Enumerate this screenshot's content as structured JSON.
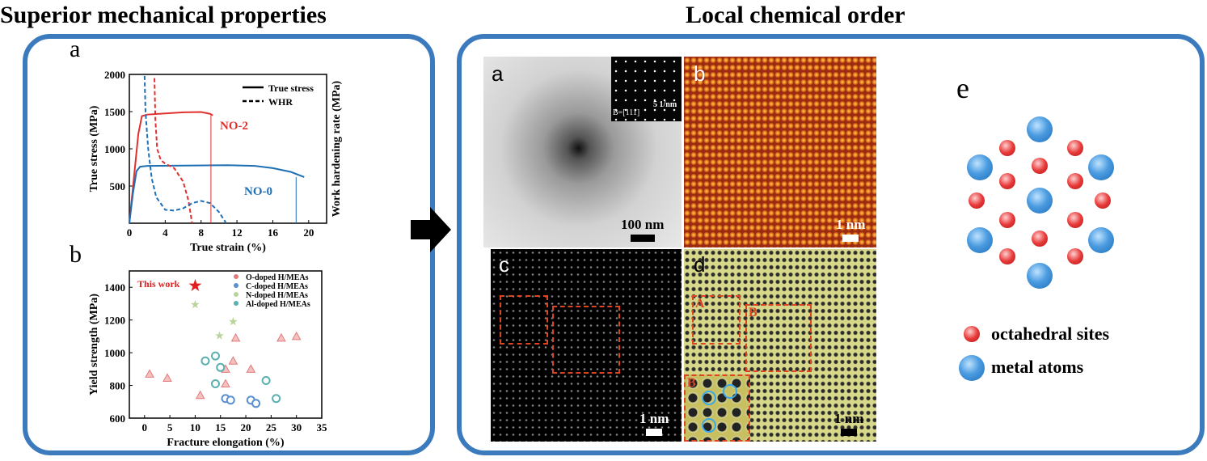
{
  "headings": {
    "left": "Superior mechanical properties",
    "right": "Local chemical order"
  },
  "chart_data": [
    {
      "type": "line",
      "panel": "a",
      "xlabel": "True strain (%)",
      "ylabel": "True stress (MPa)",
      "ylabel2": "Work hardening rate (MPa)",
      "xlim": [
        0,
        22
      ],
      "ylim": [
        0,
        2000
      ],
      "xticks": [
        0,
        4,
        8,
        12,
        16,
        20
      ],
      "yticks": [
        500,
        1000,
        1500,
        2000
      ],
      "legend": [
        "True stress",
        "WHR"
      ],
      "series": [
        {
          "name": "NO-2",
          "style": "solid",
          "color": "#e0302e",
          "x": [
            0,
            0.5,
            1,
            1.4,
            2,
            4,
            6,
            8,
            9,
            9.3
          ],
          "y": [
            0,
            600,
            1200,
            1440,
            1460,
            1475,
            1490,
            1495,
            1470,
            1450
          ]
        },
        {
          "name": "NO-0",
          "style": "solid",
          "color": "#1f6fb4",
          "x": [
            0,
            0.4,
            0.8,
            1.2,
            2,
            6,
            11,
            14,
            16,
            18,
            19.5
          ],
          "y": [
            0,
            400,
            700,
            760,
            770,
            775,
            780,
            770,
            740,
            690,
            620
          ]
        },
        {
          "name": "NO-2 WHR",
          "style": "dashed",
          "color": "#e0302e",
          "x": [
            2.8,
            2.9,
            3.1,
            3.5,
            4,
            5,
            6,
            6.6,
            7
          ],
          "y": [
            1950,
            1400,
            1000,
            850,
            800,
            740,
            560,
            300,
            0
          ]
        },
        {
          "name": "NO-0 WHR",
          "style": "dashed",
          "color": "#1f6fb4",
          "x": [
            1.7,
            1.8,
            2.1,
            2.5,
            3,
            4,
            5,
            6,
            7,
            8,
            9,
            10,
            10.8
          ],
          "y": [
            1980,
            1500,
            1000,
            600,
            350,
            180,
            170,
            200,
            270,
            300,
            270,
            150,
            0
          ]
        }
      ],
      "annotations": [
        "NO-2",
        "NO-0"
      ]
    },
    {
      "type": "scatter",
      "panel": "b",
      "xlabel": "Fracture elongation (%)",
      "ylabel": "Yield strength (MPa)",
      "xlim": [
        -3,
        35
      ],
      "ylim": [
        600,
        1500
      ],
      "xticks": [
        0,
        5,
        10,
        15,
        20,
        25,
        30,
        35
      ],
      "yticks": [
        600,
        800,
        1000,
        1200,
        1400
      ],
      "annotation": "This work",
      "series": [
        {
          "name": "O-doped  H/MEAs",
          "color": "#e07b7b",
          "marker": "triangle",
          "x": [
            1,
            4.5,
            11,
            16,
            16,
            17.5,
            18,
            21,
            27,
            30
          ],
          "y": [
            870,
            845,
            740,
            900,
            810,
            950,
            1090,
            900,
            1090,
            1100
          ]
        },
        {
          "name": "C-doped  H/MEAs",
          "color": "#5a8fd0",
          "marker": "hex",
          "x": [
            16,
            17,
            21,
            22
          ],
          "y": [
            720,
            710,
            710,
            690
          ]
        },
        {
          "name": "N-doped  H/MEAs",
          "color": "#b8d49a",
          "marker": "star",
          "x": [
            10,
            14.8,
            17.5
          ],
          "y": [
            1300,
            1110,
            1195
          ]
        },
        {
          "name": "Al-doped  H/MEAs",
          "color": "#5ab0b0",
          "marker": "circle",
          "x": [
            12,
            14,
            14,
            15,
            24,
            26
          ],
          "y": [
            950,
            980,
            810,
            910,
            830,
            720
          ]
        },
        {
          "name": "This work",
          "color": "#e0201e",
          "marker": "bigstar",
          "x": [
            10
          ],
          "y": [
            1410
          ]
        }
      ]
    }
  ],
  "panel_labels": {
    "a": "a",
    "b": "b",
    "ta": "a",
    "tb": "b",
    "tc": "c",
    "td": "d",
    "e": "e"
  },
  "images": {
    "a_scale": "100 nm",
    "a_inset_zone": "B=[111]",
    "a_inset_scale": "5 1/nm",
    "b_scale": "1 nm",
    "c_scale": "1 nm",
    "d_scale": "1 nm",
    "d_boxA": "A",
    "d_boxB": "B",
    "d_inset": "B"
  },
  "legend_e": {
    "octa": "octahedral sites",
    "metal": "metal atoms"
  },
  "colors": {
    "border": "#3b7bbd",
    "red": "#e0302e",
    "blue": "#1f6fb4"
  }
}
